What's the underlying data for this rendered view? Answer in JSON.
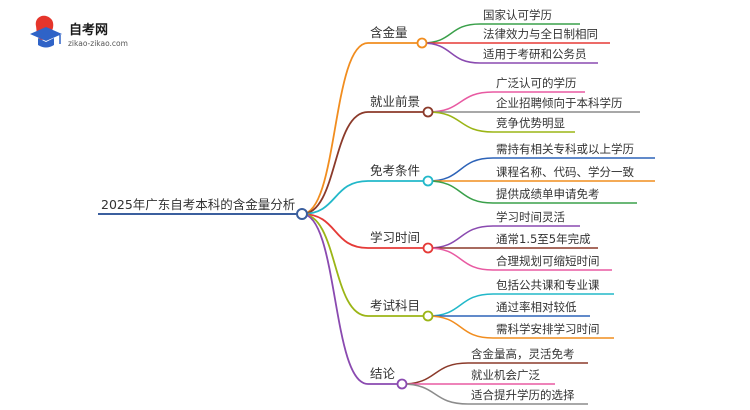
{
  "logo": {
    "name": "自考网",
    "url": "zikao-zikao.com",
    "icon": "graduation-cap-icon",
    "colors": [
      "#e5352b",
      "#2f63c7"
    ]
  },
  "root": {
    "label": "2025年广东自考本科的含金量分析",
    "color": "#3b5f9e"
  },
  "branches": [
    {
      "label": "含金量",
      "color": "#f18d1f",
      "leaves": [
        {
          "label": "国家认可学历",
          "color": "#3aa04a"
        },
        {
          "label": "法律效力与全日制相同",
          "color": "#e53a37"
        },
        {
          "label": "适用于考研和公务员",
          "color": "#8a4ab0"
        }
      ]
    },
    {
      "label": "就业前景",
      "color": "#8b3a2a",
      "leaves": [
        {
          "label": "广泛认可的学历",
          "color": "#e85aa2"
        },
        {
          "label": "企业招聘倾向于本科学历",
          "color": "#8c8c8c"
        },
        {
          "label": "竞争优势明显",
          "color": "#9bb516"
        }
      ]
    },
    {
      "label": "免考条件",
      "color": "#22b8c9",
      "leaves": [
        {
          "label": "需持有相关专科或以上学历",
          "color": "#2d63b8"
        },
        {
          "label": "课程名称、代码、学分一致",
          "color": "#f18d1f"
        },
        {
          "label": "提供成绩单申请免考",
          "color": "#3aa04a"
        }
      ]
    },
    {
      "label": "学习时间",
      "color": "#e53a37",
      "leaves": [
        {
          "label": "学习时间灵活",
          "color": "#8a4ab0"
        },
        {
          "label": "通常1.5至5年完成",
          "color": "#8b3a2a"
        },
        {
          "label": "合理规划可缩短时间",
          "color": "#e85aa2"
        }
      ]
    },
    {
      "label": "考试科目",
      "color": "#9bb516",
      "leaves": [
        {
          "label": "包括公共课和专业课",
          "color": "#22b8c9"
        },
        {
          "label": "通过率相对较低",
          "color": "#2d63b8"
        },
        {
          "label": "需科学安排学习时间",
          "color": "#f18d1f"
        }
      ]
    },
    {
      "label": "结论",
      "color": "#8a4ab0",
      "leaves": [
        {
          "label": "含金量高，灵活免考",
          "color": "#8b3a2a"
        },
        {
          "label": "就业机会广泛",
          "color": "#e85aa2"
        },
        {
          "label": "适合提升学历的选择",
          "color": "#8c8c8c"
        }
      ]
    }
  ]
}
